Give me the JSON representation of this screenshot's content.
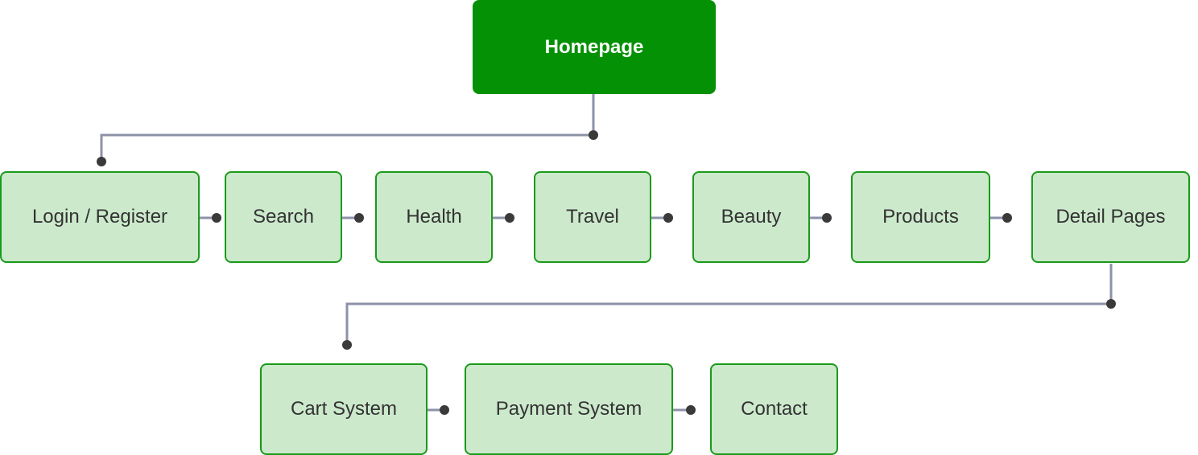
{
  "diagram": {
    "root": {
      "label": "Homepage"
    },
    "row1": [
      {
        "label": "Login / Register"
      },
      {
        "label": "Search"
      },
      {
        "label": "Health"
      },
      {
        "label": "Travel"
      },
      {
        "label": "Beauty"
      },
      {
        "label": "Products"
      },
      {
        "label": "Detail Pages"
      }
    ],
    "row2": [
      {
        "label": "Cart System"
      },
      {
        "label": "Payment System"
      },
      {
        "label": "Contact"
      }
    ]
  },
  "colors": {
    "root_fill": "#059105",
    "node_fill": "#cce9cc",
    "node_border": "#1a9a1a",
    "connector": "#8e92a8",
    "dot": "#3a3a3a",
    "text": "#333333",
    "root_text": "#ffffff"
  }
}
